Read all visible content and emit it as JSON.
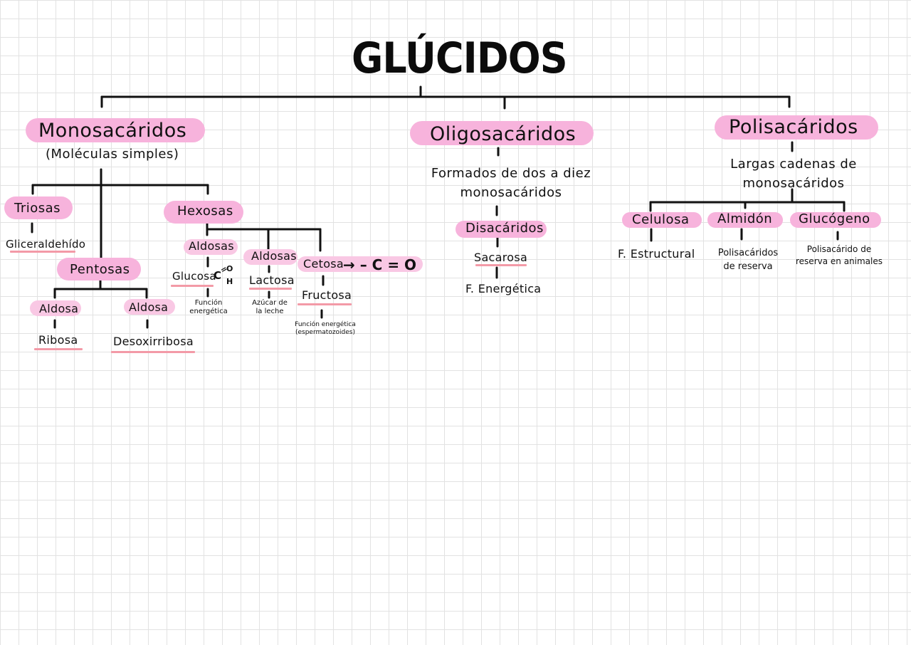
{
  "title": "GLÚCIDOS",
  "colors": {
    "highlight": "#f7b3dc",
    "underline": "#f39aa7",
    "line": "#111111"
  },
  "mono": {
    "label": "Monosacáridos",
    "desc": "(Moléculas simples)",
    "triosas": {
      "label": "Triosas",
      "example": "Gliceraldehído"
    },
    "pentosas": {
      "label": "Pentosas",
      "aldosa1": {
        "label": "Aldosa",
        "example": "Ribosa"
      },
      "aldosa2": {
        "label": "Aldosa",
        "example": "Desoxirribosa"
      }
    },
    "hexosas": {
      "label": "Hexosas",
      "aldosas1": {
        "label": "Aldosas",
        "example": "Glucosa",
        "formula_c": "C",
        "formula_eq": "=",
        "formula_o": "O",
        "formula_h": "H",
        "function_line1": "Función",
        "function_line2": "energética"
      },
      "aldosas2": {
        "label": "Aldosas",
        "example": "Lactosa",
        "note_line1": "Azúcar de",
        "note_line2": "la leche"
      },
      "cetosa": {
        "label": "Cetosa",
        "formula": "→ – C = O",
        "example": "Fructosa",
        "function_line1": "Función energética",
        "function_line2": "(espermatozoides)"
      }
    }
  },
  "oligo": {
    "label": "Oligosacáridos",
    "desc_line1": "Formados de dos a diez",
    "desc_line2": "monosacáridos",
    "disacaridos": {
      "label": "Disacáridos",
      "example": "Sacarosa",
      "function": "F. Energética"
    }
  },
  "poli": {
    "label": "Polisacáridos",
    "desc_line1": "Largas cadenas de",
    "desc_line2": "monosacáridos",
    "celulosa": {
      "label": "Celulosa",
      "function": "F. Estructural"
    },
    "almidon": {
      "label": "Almidón",
      "function_line1": "Polisacáridos",
      "function_line2": "de reserva"
    },
    "glucogeno": {
      "label": "Glucógeno",
      "function_line1": "Polisacárido de",
      "function_line2": "reserva en animales"
    }
  }
}
